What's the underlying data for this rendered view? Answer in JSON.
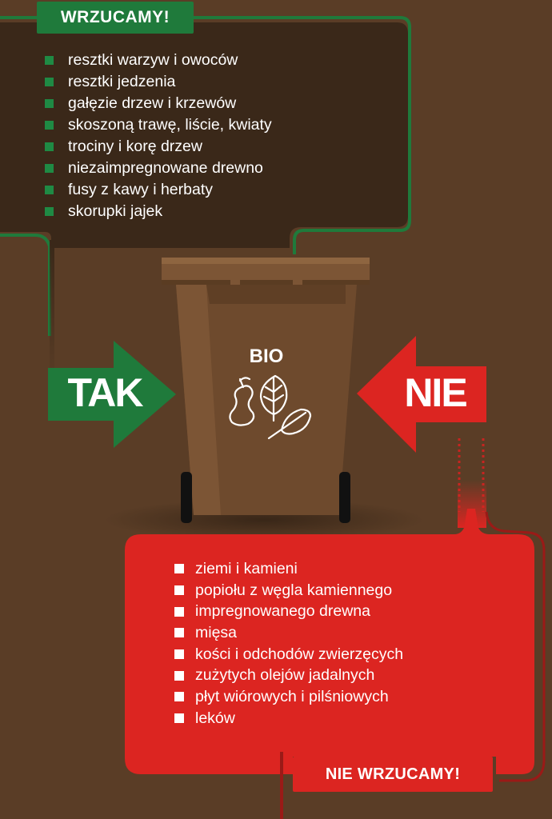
{
  "top_box": {
    "badge": "WRZUCAMY!",
    "items": [
      "resztki warzyw i owoców",
      "resztki jedzenia",
      "gałęzie drzew i krzewów",
      "skoszoną trawę, liście, kwiaty",
      "trociny i korę drzew",
      "niezaimpregnowane drewno",
      "fusy z kawy i herbaty",
      "skorupki jajek"
    ]
  },
  "bin": {
    "label": "BIO",
    "icons": [
      "apple-core-icon",
      "leaf-icon",
      "leaf-icon"
    ]
  },
  "arrows": {
    "yes": "TAK",
    "no": "NIE"
  },
  "bottom_box": {
    "badge": "NIE WRZUCAMY!",
    "items": [
      "ziemi i kamieni",
      "popiołu z węgla kamiennego",
      "impregnowanego drewna",
      "mięsa",
      "kości i odchodów zwierzęcych",
      "zużytych olejów jadalnych",
      "płyt wiórowych i pilśniowych",
      "leków"
    ]
  },
  "colors": {
    "background": "#5a3d26",
    "green": "#1f7a3b",
    "red": "#dc2521",
    "dark_box": "#3a2819",
    "bin": "#7a5434"
  }
}
